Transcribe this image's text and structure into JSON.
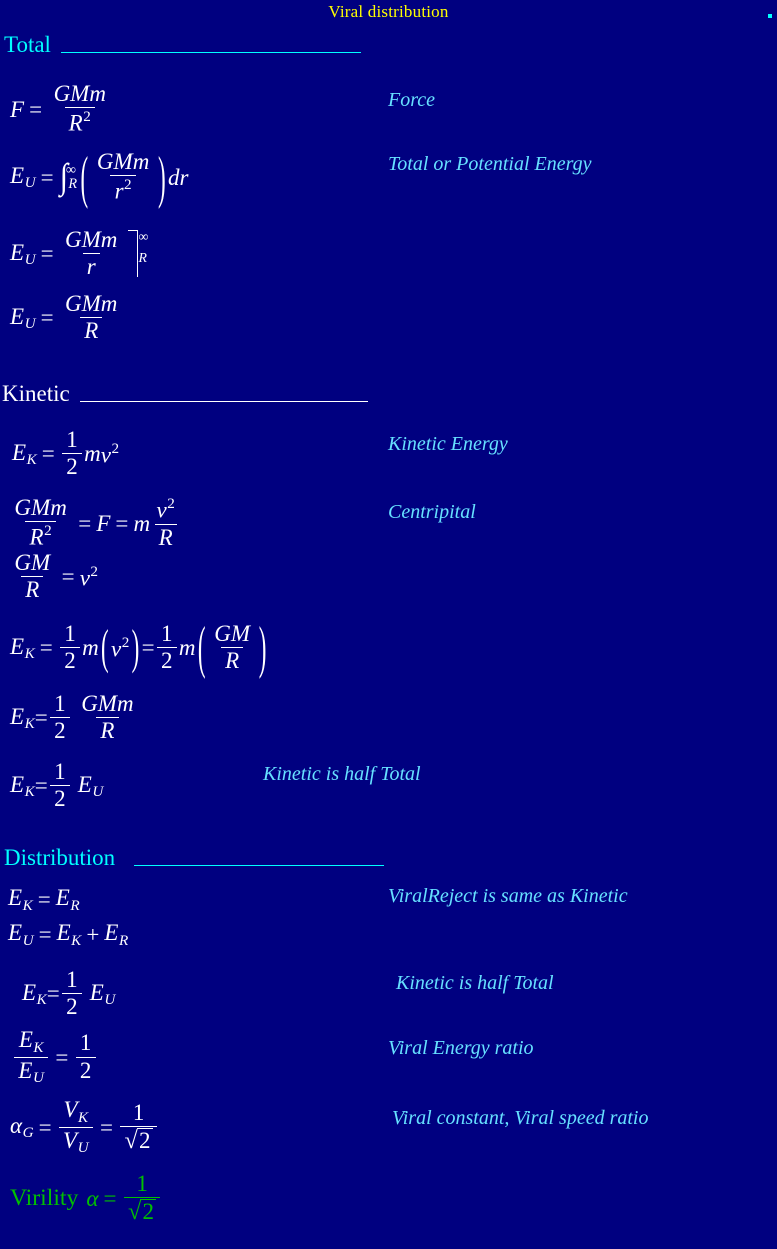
{
  "slide": {
    "title": "Viral distribution",
    "background_color": "#000080",
    "title_color": "#ffff00",
    "heading_cyan": "#00ffff",
    "heading_white": "#ffffff",
    "note_color": "#66e0ff",
    "green_color": "#00c000",
    "corner_mark": ""
  },
  "sections": [
    {
      "id": "total",
      "heading": "Total",
      "heading_color": "#00ffff",
      "equations": [
        {
          "id": "force",
          "latex": "F = GMm / R^2",
          "note": "Force"
        },
        {
          "id": "potential",
          "latex": "E_U = int_R^inf (GMm / r^2) dr",
          "note": "Total or Potential Energy"
        },
        {
          "id": "eval",
          "latex": "E_U = GMm / r ]_R^inf",
          "note": ""
        },
        {
          "id": "eu-final",
          "latex": "E_U = GMm / R",
          "note": ""
        }
      ]
    },
    {
      "id": "kinetic",
      "heading": "Kinetic",
      "heading_color": "#ffffff",
      "equations": [
        {
          "id": "ek-def",
          "latex": "E_K = 1/2 m v^2",
          "note": "Kinetic Energy"
        },
        {
          "id": "centripital",
          "latex": "GMm / R^2 = F = m v^2 / R",
          "note": "Centripital"
        },
        {
          "id": "gm-over-r",
          "latex": "GM / R = v^2",
          "note": ""
        },
        {
          "id": "ek-sub",
          "latex": "E_K = 1/2 m (v^2) = 1/2 m (GM / R)",
          "note": ""
        },
        {
          "id": "ek-gmm",
          "latex": "E_K = 1/2 GMm / R",
          "note": ""
        },
        {
          "id": "ek-half-eu",
          "latex": "E_K = 1/2 E_U",
          "note": "Kinetic is half Total"
        }
      ]
    },
    {
      "id": "distribution",
      "heading": "Distribution",
      "heading_color": "#00ffff",
      "equations": [
        {
          "id": "ek-er",
          "latex": "E_K = E_R",
          "note": "ViralReject is same as Kinetic"
        },
        {
          "id": "eu-ek-er",
          "latex": "E_U = E_K + E_R",
          "note": ""
        },
        {
          "id": "ek-half-eu2",
          "latex": "E_K = 1/2 E_U",
          "note": "Kinetic is half Total"
        },
        {
          "id": "ratio",
          "latex": "E_K / E_U = 1/2",
          "note": "Viral Energy ratio"
        },
        {
          "id": "alpha-g",
          "latex": "alpha_G = V_K / V_U = 1 / sqrt(2)",
          "note": "Viral constant, Viral speed ratio"
        },
        {
          "id": "virility",
          "latex": "Virility alpha = 1 / sqrt(2)",
          "note": ""
        }
      ]
    }
  ],
  "symbols": {
    "F": "F",
    "G": "G",
    "M": "M",
    "m": "m",
    "R": "R",
    "r": "r",
    "v": "v",
    "E": "E",
    "V": "V",
    "U": "U",
    "K": "K",
    "alpha": "α",
    "infinity": "∞",
    "integral": "∫",
    "sqrt": "√",
    "equals": "=",
    "plus": "+",
    "dr": "dr",
    "one": "1",
    "two": "2",
    "virility_label": "Virility"
  }
}
